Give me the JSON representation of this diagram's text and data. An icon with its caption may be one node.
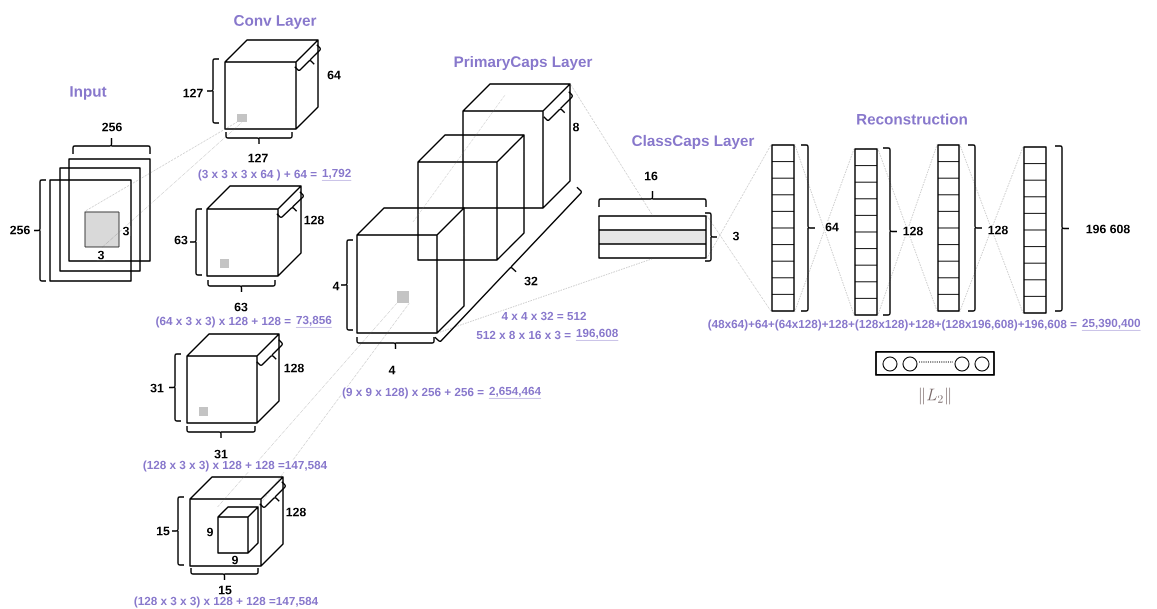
{
  "diagram": {
    "nodes": [
      {
        "text": [],
        "shape": "box"
      },
      {
        "text": [],
        "shape": "box",
        "in": 0
      },
      {
        "text": [],
        "shape": "cube"
      },
      {
        "text": [],
        "shape": "box",
        "in": 2
      },
      {
        "text": [],
        "shape": "cube"
      },
      {
        "text": [],
        "shape": "box",
        "in": 4
      },
      {
        "text": [],
        "shape": "cube"
      },
      {
        "text": [],
        "shape": "box",
        "in": 6
      },
      {
        "text": [],
        "shape": "cube"
      },
      {
        "text": [],
        "shape": "cube",
        "in": 8,
        "beside": [
          "9",
          "9"
        ]
      },
      {
        "text": [],
        "shape": "cube"
      },
      {
        "text": [],
        "shape": "box",
        "in": 10
      },
      {
        "text": [],
        "shape": "bar"
      },
      {
        "text": [],
        "shape": "bar"
      },
      {
        "text": [],
        "shape": "bar"
      },
      {
        "text": [],
        "shape": "bar"
      },
      {
        "text": [],
        "shape": "bar"
      }
    ],
    "edges": [
      {
        "from": 1,
        "to": 3,
        "arrow": "none",
        "style": "dashed"
      },
      {
        "from": 1,
        "to": 3,
        "arrow": "none",
        "style": "dashed"
      },
      {
        "from": 9,
        "to": 11,
        "arrow": "none",
        "style": "dashed"
      },
      {
        "from": 9,
        "to": 11,
        "arrow": "none",
        "style": "dashed"
      },
      {
        "from": 10,
        "to": 12,
        "arrow": "none",
        "style": "dashed"
      },
      {
        "from": 10,
        "to": 12,
        "arrow": "none",
        "style": "dashed"
      },
      {
        "from": 12,
        "to": 13,
        "arrow": "none",
        "style": "dashed"
      },
      {
        "from": 12,
        "to": 13,
        "arrow": "none",
        "style": "dashed"
      },
      {
        "from": 13,
        "to": 14,
        "arrow": "none",
        "style": "dashed"
      },
      {
        "from": 13,
        "to": 14,
        "arrow": "none",
        "style": "dashed"
      },
      {
        "from": 14,
        "to": 15,
        "arrow": "none",
        "style": "dashed"
      },
      {
        "from": 14,
        "to": 15,
        "arrow": "none",
        "style": "dashed"
      },
      {
        "from": 15,
        "to": 16,
        "arrow": "none",
        "style": "dashed"
      },
      {
        "from": 15,
        "to": 16,
        "arrow": "none",
        "style": "dashed"
      }
    ],
    "labels": [
      "Conv Layer",
      "PrimaryCaps Layer",
      "64",
      "Input",
      "127",
      "256",
      "8",
      "Reconstruction",
      "ClassCaps Layer",
      "127",
      "(3 x 3 x 3 x 64 ) + 64 =",
      "1,792",
      "16",
      "256",
      "3",
      "63",
      "128",
      "3",
      "64",
      "128",
      "128",
      "196 608",
      "3",
      "4",
      "32",
      "63",
      "4 x 4 x 32 = 512",
      "(64 x 3 x 3) x 128 + 128 =",
      "73,856",
      "(48x64)+64+(64x128)+128+(128x128)+128+(128x196,608)+196,608 =",
      "25,390,400",
      "512 x 8 x 16 x 3 =",
      "196,608",
      "128",
      "4",
      "31",
      "(9 x 9 x 128) x 256 + 256 =",
      "2,654,464",
      "\\|L_2\\|",
      "31",
      "(128 x 3 x 3) x 128 + 128 =147,584",
      "128",
      "15",
      "15",
      "(128 x 3 x 3) x 128 + 128 =147,584"
    ]
  }
}
